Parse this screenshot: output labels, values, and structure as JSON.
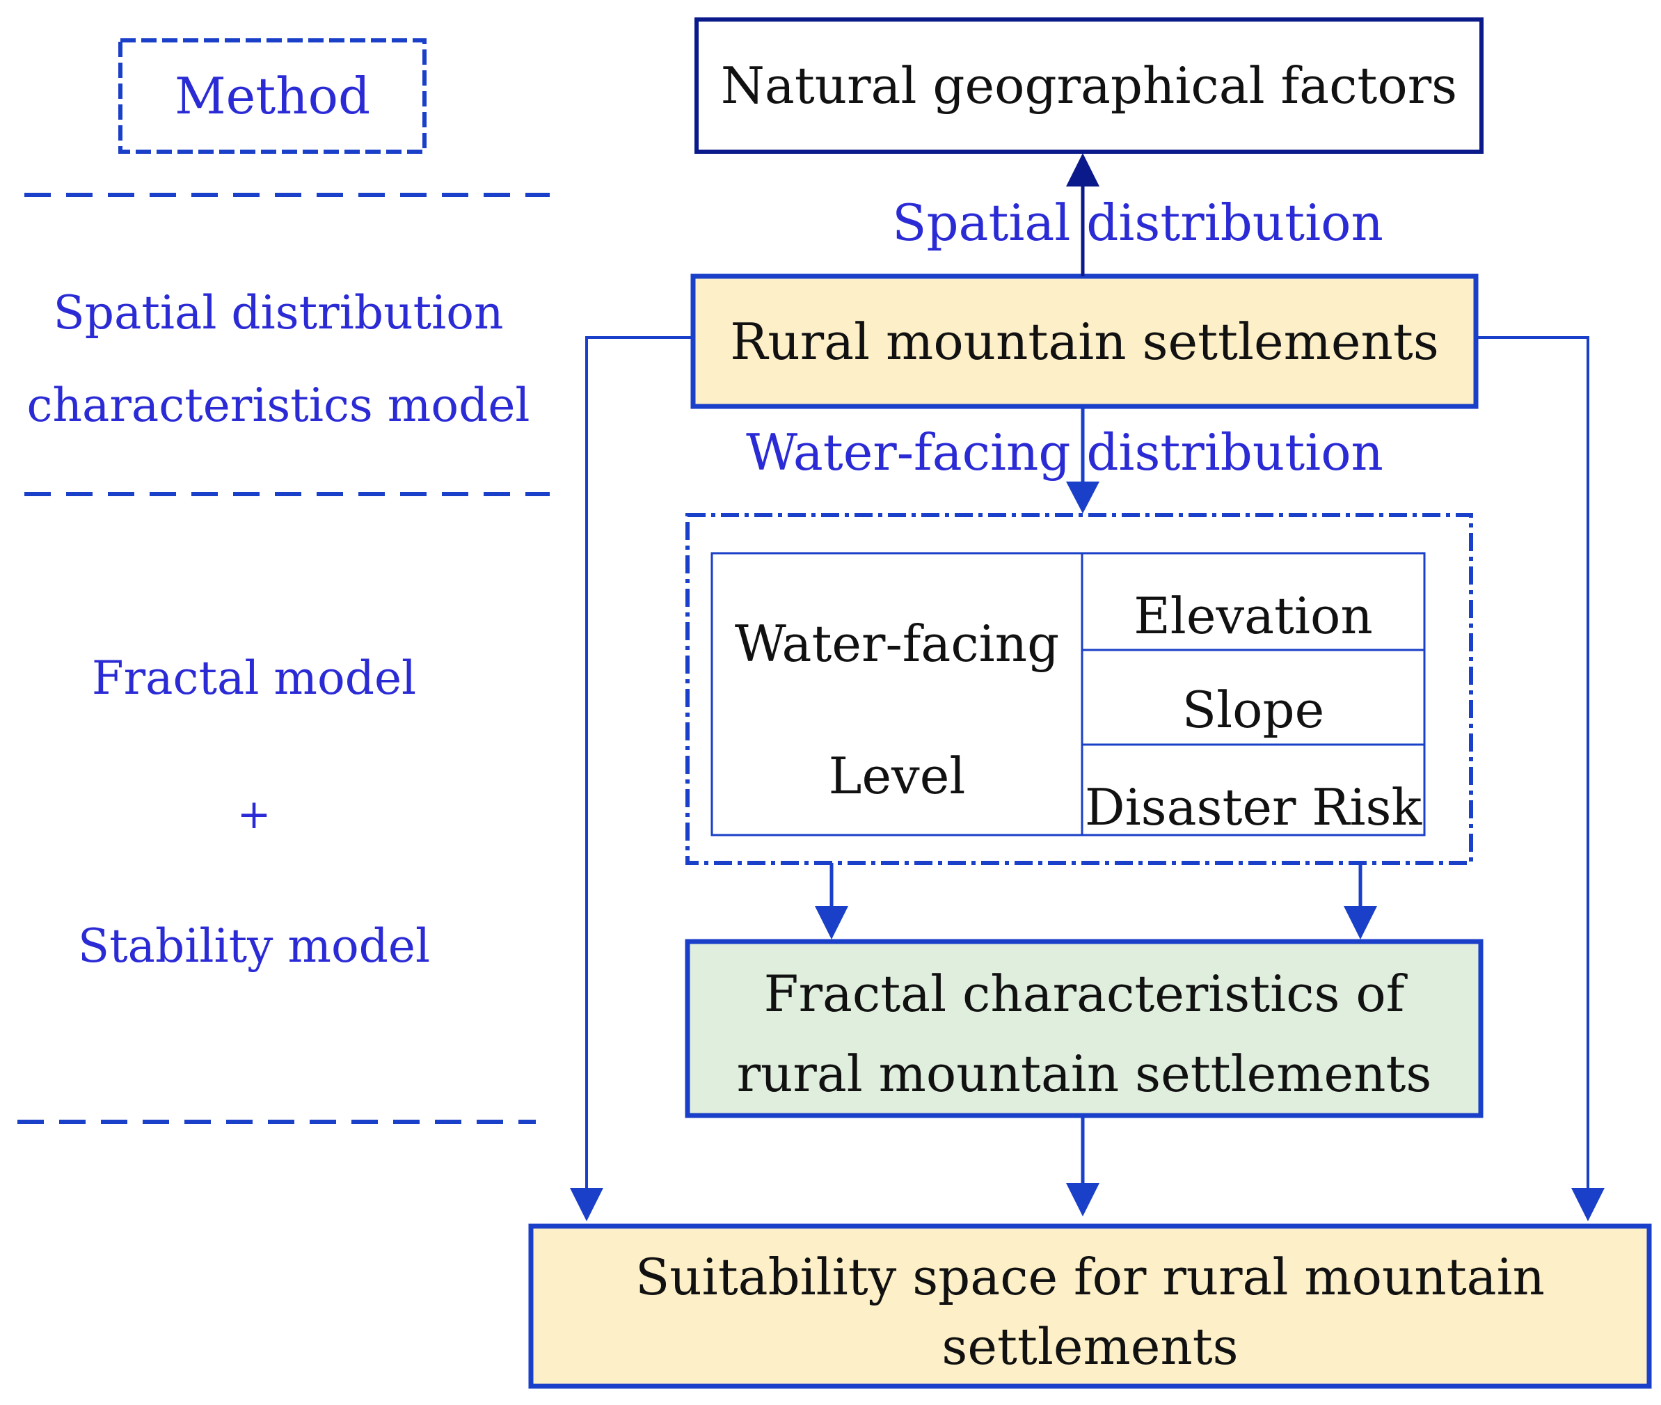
{
  "colors": {
    "line": "#1a3fc8",
    "dark_frame": "#0a1a8a",
    "label_blue": "#2b2bd6",
    "cream_fill": "#fdf0c8",
    "green_fill": "#dfeedd"
  },
  "method_column": {
    "header": "Method",
    "spatial_model_line1": "Spatial distribution",
    "spatial_model_line2": "characteristics model",
    "fractal_model": "Fractal model",
    "plus": "+",
    "stability_model": "Stability model"
  },
  "flow": {
    "natural_factors": "Natural geographical factors",
    "spatial_distribution_label": "Spatial distribution",
    "rural_settlements": "Rural mountain settlements",
    "water_facing_distribution_label": "Water-facing distribution",
    "water_facing_table": {
      "left_line1": "Water-facing",
      "left_line2": "Level",
      "right_rows": [
        "Elevation",
        "Slope",
        "Disaster Risk"
      ]
    },
    "fractal_line1": "Fractal characteristics of",
    "fractal_line2": "rural mountain settlements",
    "suitability_line1": "Suitability space for rural mountain",
    "suitability_line2": "settlements"
  }
}
